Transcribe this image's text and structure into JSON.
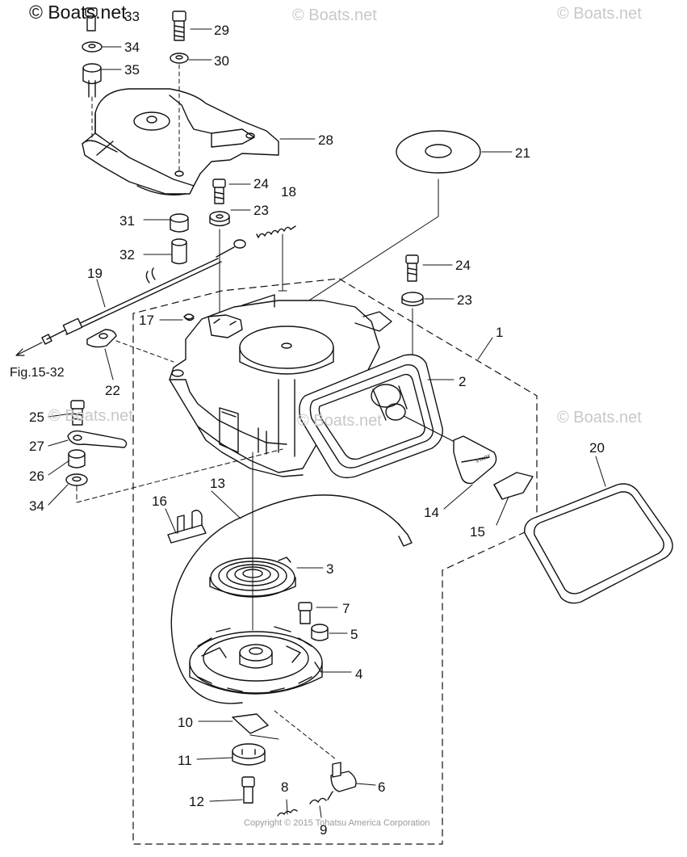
{
  "watermarks": {
    "main": "© Boats.net",
    "faint": [
      "© Boats.net",
      "© Boats.net",
      "© Boats.net",
      "© Boats.net",
      "© Boats.net"
    ]
  },
  "copyright": "Copyright © 2015 Tohatsu America Corporation",
  "reference": "Fig.15-32",
  "callouts": [
    "1",
    "2",
    "3",
    "4",
    "5",
    "6",
    "7",
    "8",
    "9",
    "10",
    "11",
    "12",
    "13",
    "14",
    "15",
    "16",
    "17",
    "18",
    "19",
    "20",
    "21",
    "22",
    "23",
    "23",
    "24",
    "24",
    "25",
    "26",
    "27",
    "28",
    "29",
    "30",
    "31",
    "32",
    "33",
    "34",
    "34",
    "35"
  ],
  "handle_text": "START"
}
